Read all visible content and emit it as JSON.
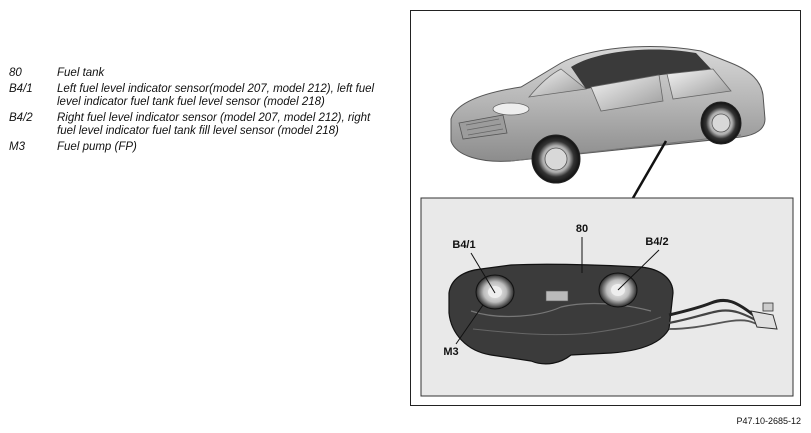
{
  "legend": [
    {
      "code": "80",
      "text": "Fuel tank"
    },
    {
      "code": "B4/1",
      "text": "Left fuel level indicator sensor(model 207, model 212), left fuel level indicator fuel tank fuel level sensor (model 218)"
    },
    {
      "code": "B4/2",
      "text": "Right fuel level indicator sensor (model 207, model 212), right fuel level indicator fuel tank fill level sensor (model 218)"
    },
    {
      "code": "M3",
      "text": "Fuel pump (FP)"
    }
  ],
  "figure": {
    "callouts": {
      "tank": "80",
      "left_sensor": "B4/1",
      "right_sensor": "B4/2",
      "pump": "M3"
    },
    "figure_id": "P47.10-2685-12"
  }
}
